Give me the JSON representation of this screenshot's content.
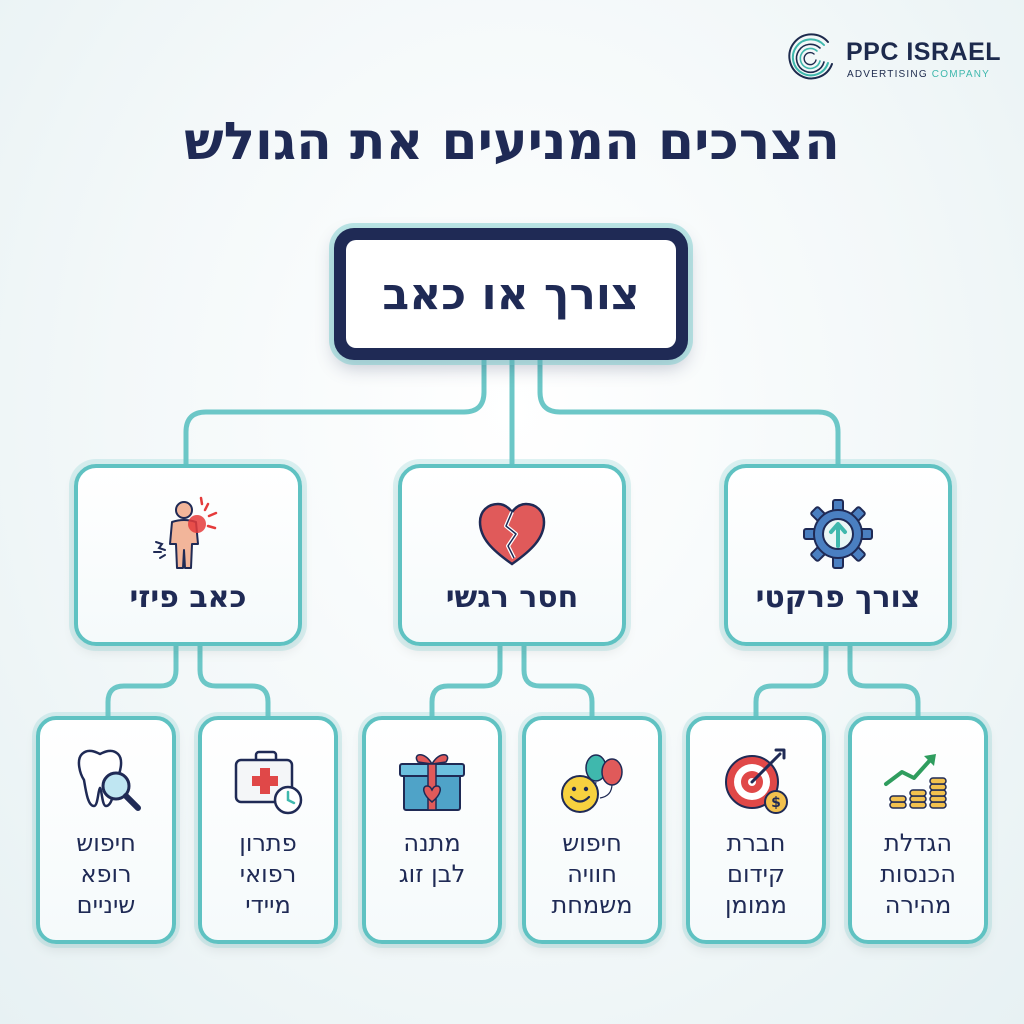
{
  "brand": {
    "name": "PPC ISRAEL",
    "sub_1": "ADVERTISING",
    "sub_2": "COMPANY"
  },
  "title": "הצרכים המניעים את הגולש",
  "root": {
    "label": "צורך או כאב"
  },
  "categories": [
    {
      "label": "צורך פרקטי",
      "icon": "gear-arrow-up-icon"
    },
    {
      "label": "חסר רגשי",
      "icon": "broken-heart-icon"
    },
    {
      "label": "כאב פיזי",
      "icon": "person-in-pain-icon"
    }
  ],
  "leaves": [
    {
      "lines": [
        "הגדלת",
        "הכנסות",
        "מהירה"
      ],
      "icon": "growth-chart-coins-icon"
    },
    {
      "lines": [
        "חברת",
        "קידום",
        "ממומן"
      ],
      "icon": "target-money-icon"
    },
    {
      "lines": [
        "חיפוש",
        "חוויה",
        "משמחת"
      ],
      "icon": "smiley-balloons-icon"
    },
    {
      "lines": [
        "מתנה",
        "לבן זוג"
      ],
      "icon": "gift-box-icon"
    },
    {
      "lines": [
        "פתרון",
        "רפואי",
        "מיידי"
      ],
      "icon": "first-aid-kit-clock-icon"
    },
    {
      "lines": [
        "חיפוש",
        "רופא",
        "שיניים"
      ],
      "icon": "tooth-magnifier-icon"
    }
  ],
  "colors": {
    "navy": "#1f2a55",
    "teal": "#5fc2c2",
    "accent": "#3fb8ad"
  }
}
